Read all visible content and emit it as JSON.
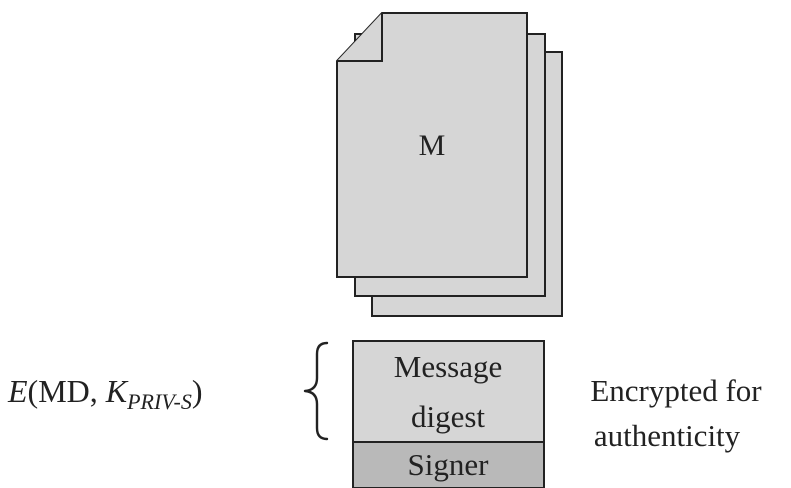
{
  "document": {
    "label": "M",
    "page_count": 3
  },
  "signature_block": {
    "digest_line_1": "Message",
    "digest_line_2": "digest",
    "signer_label": "Signer"
  },
  "formula": {
    "func": "E",
    "args_open": "(MD, ",
    "key_main": "K",
    "key_sub": "PRIV-S",
    "close": ")"
  },
  "annotation": {
    "line_1": "Encrypted for",
    "line_2": "authenticity"
  },
  "colors": {
    "page_fill": "#d6d6d6",
    "signer_fill": "#b9b9b9",
    "stroke": "#222222"
  }
}
